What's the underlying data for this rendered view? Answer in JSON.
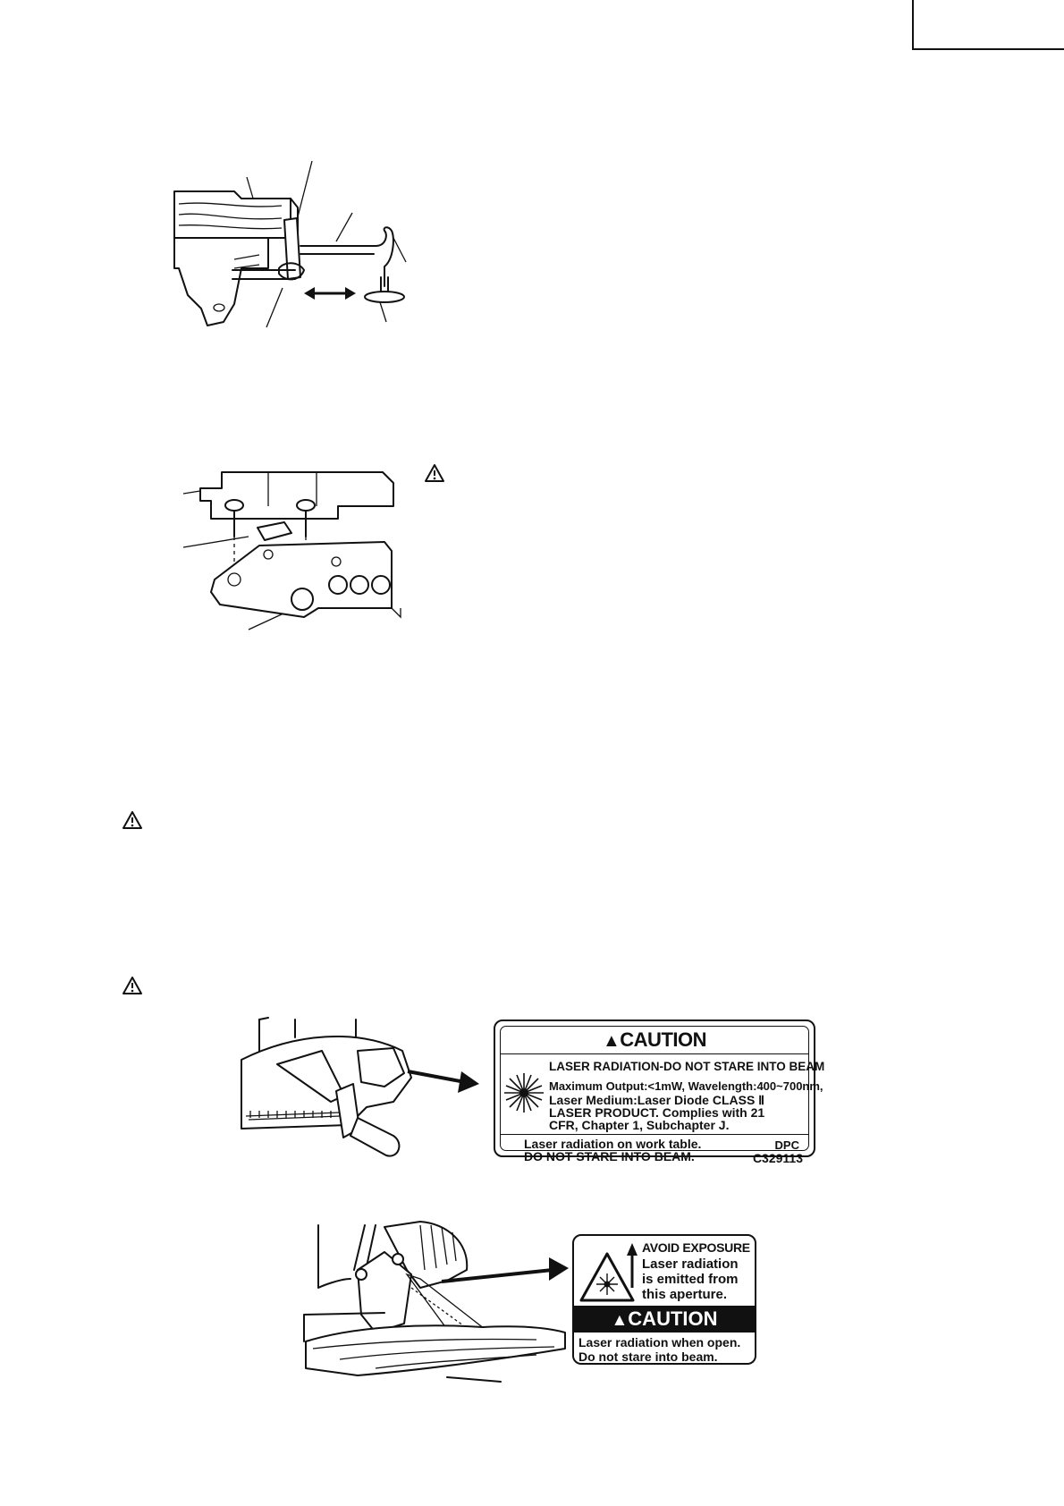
{
  "label_caution_1": {
    "title": "CAUTION",
    "line1": "LASER RADIATION-DO NOT STARE INTO BEAM",
    "line2": "Maximum Output:<1mW, Wavelength:400~700nm,",
    "line3": "Laser Medium:Laser Diode CLASS Ⅱ",
    "line4": "LASER PRODUCT. Complies with 21",
    "line5": "CFR, Chapter 1, Subchapter J.",
    "footer1": "Laser radiation on work table.",
    "footer2": "DO NOT STARE INTO BEAM.",
    "code1": "DPC",
    "code2": "C329113"
  },
  "label_caution_2": {
    "avoid": "AVOID EXPOSURE",
    "line1": "Laser radiation",
    "line2": "is emitted from",
    "line3": "this aperture.",
    "title": "CAUTION",
    "footer1": "Laser radiation when open.",
    "footer2": "Do not stare into beam."
  },
  "icons": {
    "warning": "warning-triangle-icon",
    "laser": "laser-starburst-icon"
  }
}
